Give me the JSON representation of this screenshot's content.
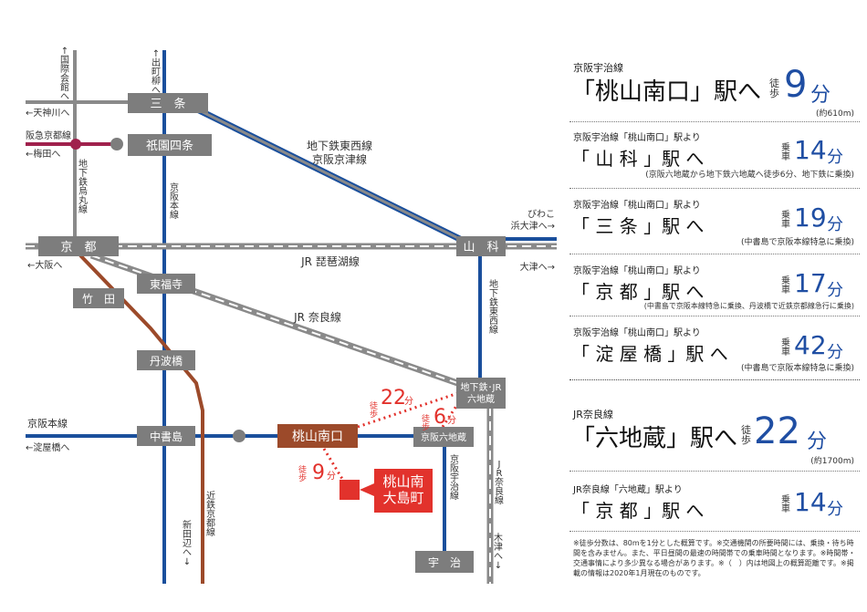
{
  "map": {
    "stations": {
      "sanjo": "三　条",
      "gion_shijo": "祇園四条",
      "kyoto": "京　都",
      "yamashina": "山　科",
      "tofukuji": "東福寺",
      "takeda": "竹　田",
      "tambabashi": "丹波橋",
      "chushojima": "中書島",
      "momoyama_minamiguchi": "桃山南口",
      "rokujizo_keihan": "京阪六地蔵",
      "rokujizo_subway_jr": "地下鉄･JR\n六地蔵",
      "uji": "宇　治",
      "property": "桃山南\n大島町"
    },
    "lines": {
      "tozai_keishin": "地下鉄東西線\n京阪京津線",
      "biwako": "JR 琵琶湖線",
      "nara": "JR 奈良線",
      "keihan_main_label": "京阪本線",
      "karasuma_v": "地下鉄烏丸線",
      "keihan_main_v": "京阪本線",
      "tozai_v": "地下鉄東西線",
      "keihan_uji_v": "京阪宇治線",
      "jr_nara_v": "JR奈良線",
      "kintetsu_v": "近鉄京都線",
      "hankyu": "阪急京都線"
    },
    "directions": {
      "kokusaikaikan": "↑国際会館へ",
      "demachiyanagi": "↑出町柳へ",
      "tenjingawa": "←天神川へ",
      "umeda": "←梅田へ",
      "biwako_hamaotsu_1": "びわこ",
      "biwako_hamaotsu_2": "浜大津へ→",
      "otsu": "大津へ→",
      "osaka": "←大阪へ",
      "yodoyabashi": "←淀屋橋へ",
      "shintanabe": "新田辺へ↓",
      "kizu": "木津へ↓"
    },
    "walk": {
      "walk_label": "徒歩",
      "min_unit": "分",
      "to_rokujizo": "22",
      "to_keihan_rokujizo": "6",
      "to_momoyama": "9"
    },
    "colors": {
      "blue": "#1a4f9c",
      "brown": "#9c4a2a",
      "gray_line": "#8a8a8a",
      "station_gray": "#7d7d7d",
      "red": "#e2322c",
      "hankyu": "#a0214d"
    }
  },
  "panel": {
    "main1": {
      "line": "京阪宇治線",
      "station": "「桃山南口」駅へ",
      "walk": "徒歩",
      "minutes": "9",
      "unit": "分",
      "distance": "(約610m)"
    },
    "r1": {
      "from": "京阪宇治線「桃山南口」駅より",
      "dest": "「 山 科 」駅 へ",
      "ride": "乗車",
      "minutes": "14",
      "unit": "分",
      "note": "(京阪六地蔵から地下鉄六地蔵へ徒歩6分、地下鉄に乗換)"
    },
    "r2": {
      "from": "京阪宇治線「桃山南口」駅より",
      "dest": "「 三 条 」駅 へ",
      "ride": "乗車",
      "minutes": "19",
      "unit": "分",
      "note": "(中書島で京阪本線特急に乗換)"
    },
    "r3": {
      "from": "京阪宇治線「桃山南口」駅より",
      "dest": "「 京 都 」駅 へ",
      "ride": "乗車",
      "minutes": "17",
      "unit": "分",
      "note": "(中書島で京阪本線特急に乗換、丹波橋で近鉄京都線急行に乗換)"
    },
    "r4": {
      "from": "京阪宇治線「桃山南口」駅より",
      "dest": "「 淀 屋 橋 」駅 へ",
      "ride": "乗車",
      "minutes": "42",
      "unit": "分",
      "note": "(中書島で京阪本線特急に乗換)"
    },
    "main2": {
      "line": "JR奈良線",
      "station": "「六地蔵」駅へ",
      "walk": "徒歩",
      "minutes": "22",
      "unit": "分",
      "distance": "(約1700m)"
    },
    "r5": {
      "from": "JR奈良線「六地蔵」駅より",
      "dest": "「 京 都 」駅 へ",
      "ride": "乗車",
      "minutes": "14",
      "unit": "分"
    },
    "footnote": "※徒歩分数は、80mを1分とした概算です。※交通機関の所要時間には、乗換・待ち時間を含みません。また、平日昼間の最速の時間帯での乗車時間となります。※時間帯・交通事情により多少異なる場合があります。※（　）内は地図上の概算距離です。※掲載の情報は2020年1月現在のものです。"
  }
}
